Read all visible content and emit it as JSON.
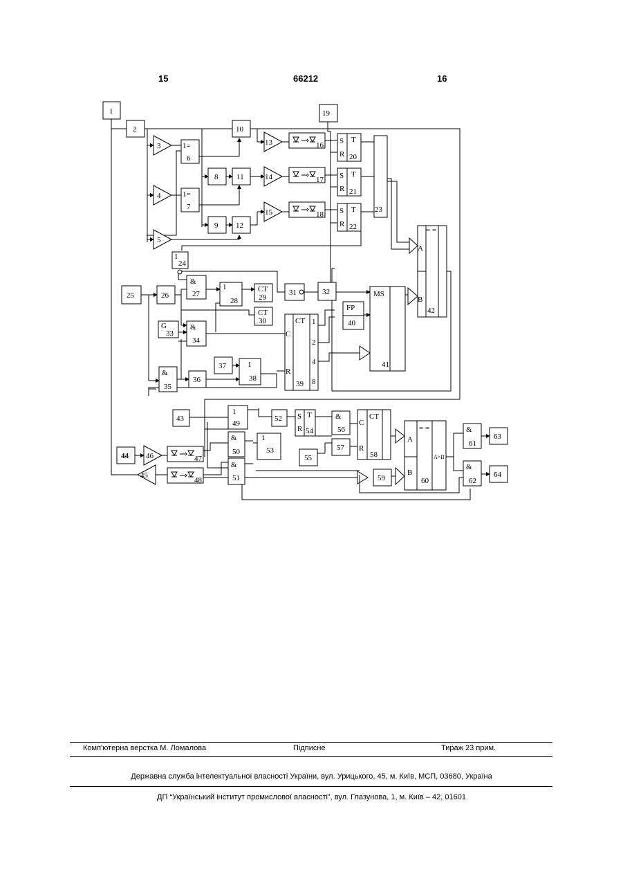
{
  "header": {
    "left": "15",
    "center": "66212",
    "right": "16"
  },
  "diagram": {
    "blocks": {
      "b1": "1",
      "b2": "2",
      "b3": "3",
      "b4": "4",
      "b5": "5",
      "b6": "6",
      "b6t": "1=",
      "b7": "7",
      "b7t": "1=",
      "b8": "8",
      "b9": "9",
      "b10": "10",
      "b11": "11",
      "b12": "12",
      "b13": "13",
      "b14": "14",
      "b15": "15",
      "b16": "16",
      "b17": "17",
      "b18": "18",
      "b19": "19",
      "b20": "20",
      "b21": "21",
      "b22": "22",
      "b23": "23",
      "b24": "24",
      "b24t": "1",
      "b25": "25",
      "b26": "26",
      "b27": "27",
      "b28": "28",
      "b28t": "1",
      "b29": "29",
      "b29t": "CT",
      "b30": "30",
      "b30t": "CT",
      "b31": "31",
      "b32": "32",
      "b33": "33",
      "b33t": "G",
      "b34": "34",
      "b35": "35",
      "b36": "36",
      "b37": "37",
      "b38": "38",
      "b38t": "1",
      "b39": "39",
      "b39t": "CT",
      "b40": "40",
      "b40t": "FP",
      "b41": "41",
      "b41t": "MS",
      "b42": "42",
      "b42t": "= =",
      "b43": "43",
      "b44": "44",
      "b45": "45",
      "b46": "46",
      "b47": "47",
      "b48": "48",
      "b49": "49",
      "b49t": "1",
      "b50": "50",
      "b51": "51",
      "b52": "52",
      "b53": "53",
      "b53t": "1",
      "b54": "54",
      "b55": "55",
      "b56": "56",
      "b57": "57",
      "b58": "58",
      "b58t": "CT",
      "b59": "59",
      "b60": "60",
      "b60t": "= =",
      "b60cmp": "A>B",
      "b61": "61",
      "b62": "62",
      "b63": "63",
      "b64": "64"
    },
    "glyphs": {
      "and": "&",
      "s": "S",
      "r": "R",
      "t": "T",
      "c": "C",
      "a": "A",
      "bb": "B",
      "n1": "1",
      "n2": "2",
      "n4": "4",
      "n8": "8"
    }
  },
  "footer": {
    "typesetter": "Комп'ютерна верстка М. Ломалова",
    "signed": "Підписне",
    "print_run": "Тираж 23 прим.",
    "line2": "Державна служба інтелектуальної власності України, вул. Урицького, 45, м. Київ, МСП, 03680, Україна",
    "line3": "ДП “Український інститут промислової власності”, вул. Глазунова, 1, м. Київ – 42, 01601"
  }
}
